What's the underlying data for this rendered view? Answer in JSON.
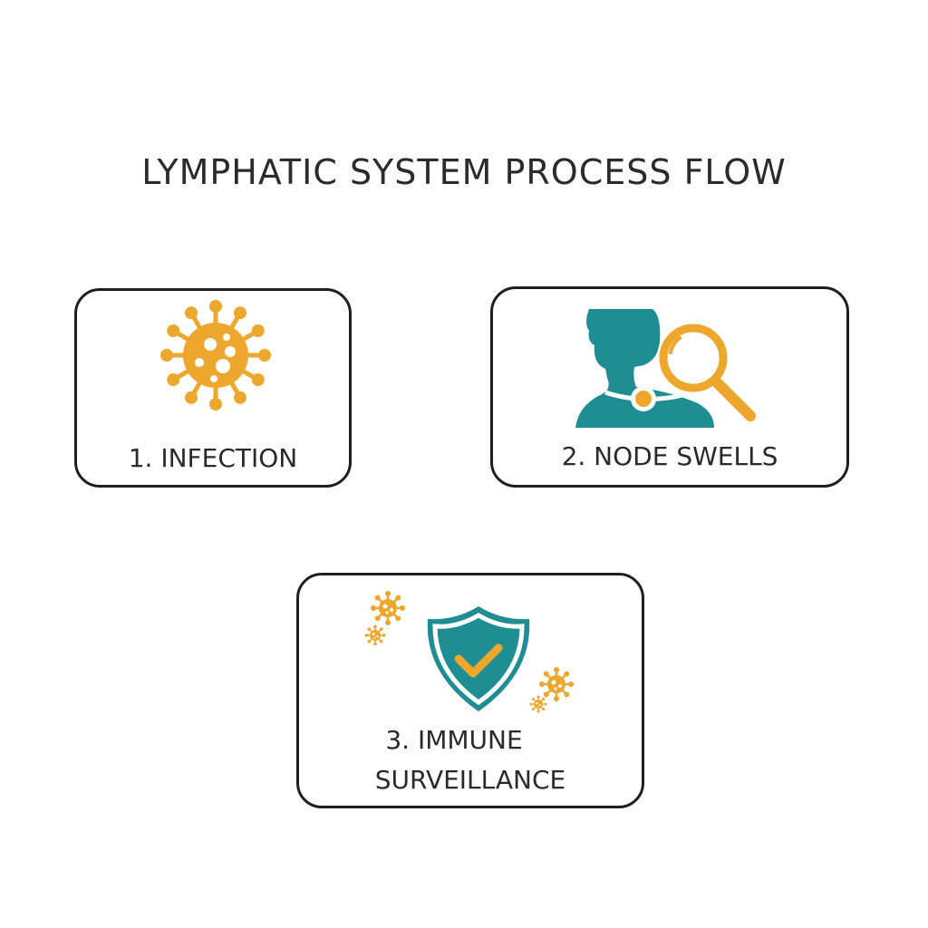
{
  "title": "LYMPHATIC SYSTEM PROCESS FLOW",
  "colors": {
    "accent_orange": "#EDA72C",
    "teal": "#1F8E93",
    "border": "#1F1F1F",
    "text": "#2A2A2A"
  },
  "steps": [
    {
      "label": "1. INFECTION",
      "icon": "virus-icon"
    },
    {
      "label": "2. NODE SWELLS",
      "icon": "swollen-neck-magnifier-icon"
    },
    {
      "label_line1": "3. IMMUNE",
      "label_line2": "SURVEILLANCE",
      "icon": "shield-check-icon"
    }
  ]
}
